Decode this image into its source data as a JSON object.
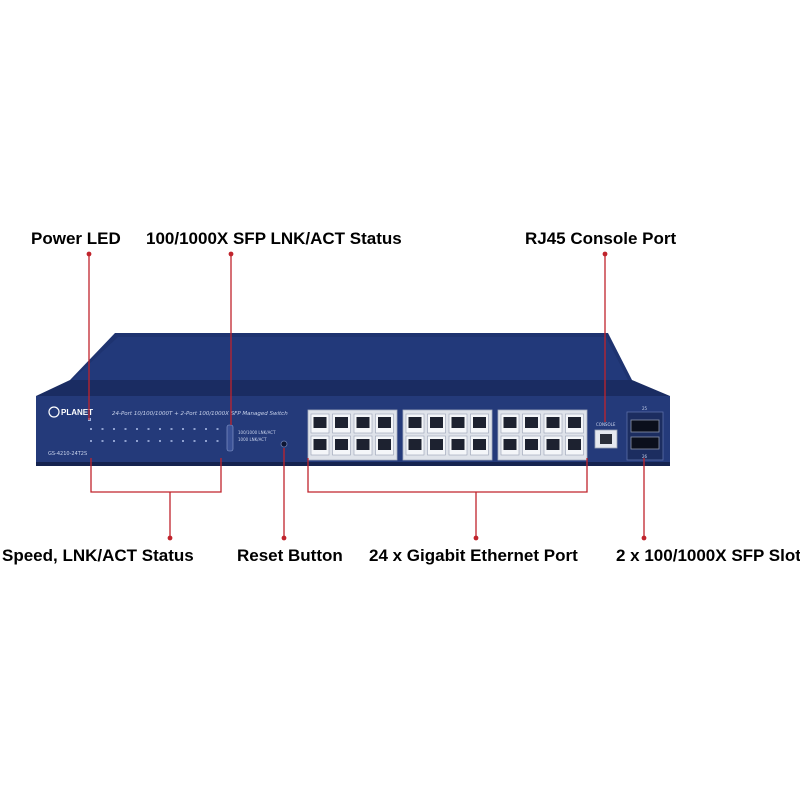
{
  "callouts": {
    "power_led": "Power LED",
    "sfp_status": "100/1000X SFP LNK/ACT Status",
    "console_port": "RJ45 Console Port",
    "port_status": "Speed, LNK/ACT Status",
    "reset_button": "Reset Button",
    "ethernet_ports": "24 x Gigabit Ethernet Port",
    "sfp_slots": "2 x 100/1000X SFP Slot"
  },
  "device": {
    "brand": "PLANET",
    "model": "GS-4210-24T2S",
    "description": "24-Port 10/100/1000T + 2-Port 100/1000X SFP Managed Switch",
    "console_label": "CONSOLE",
    "sfp_top_label": "25",
    "sfp_bottom_label": "26",
    "led_legend_1": "100/1000 LNK/ACT",
    "led_legend_2": "1000 LNK/ACT"
  },
  "colors": {
    "callout_line": "#c0242c",
    "chassis": "#243a7a",
    "chassis_dark": "#1a2c62"
  }
}
